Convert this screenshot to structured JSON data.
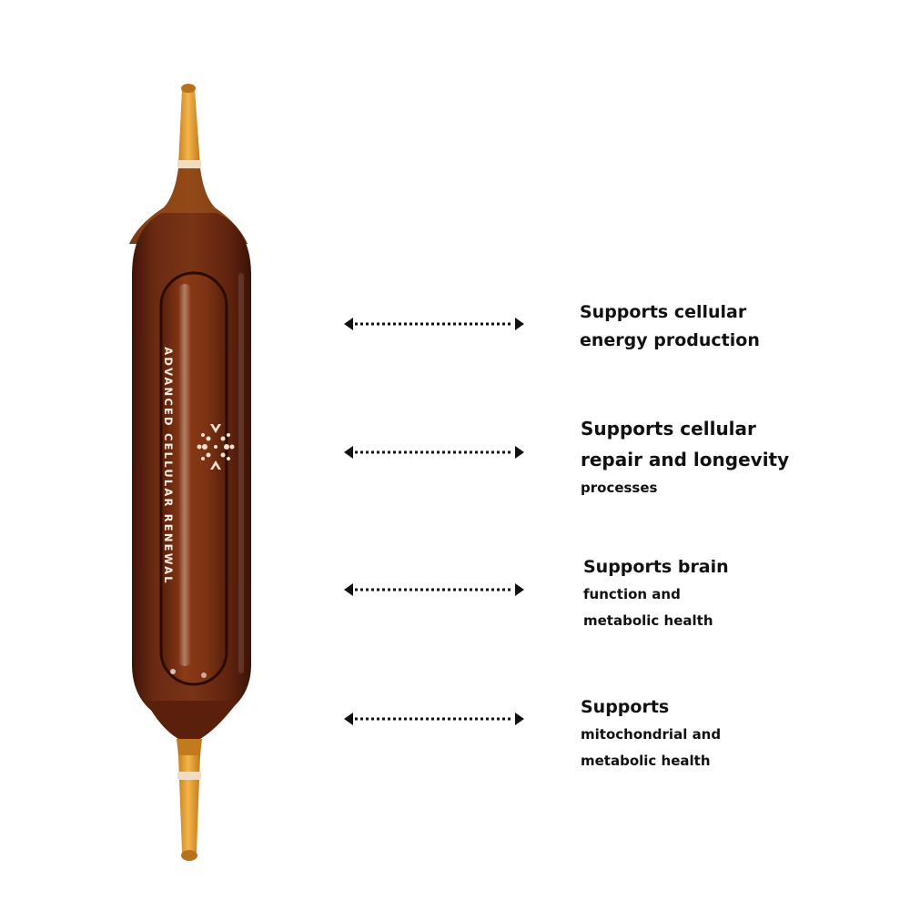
{
  "product": {
    "vial_label": "ADVANCED CELLULAR RENEWAL",
    "emblem": "snowflake-leaf-emblem",
    "colors": {
      "liquid": "#6e2a12",
      "liquid_dark": "#4a170a",
      "glass_tip": "#e6a33a",
      "label_text": "#f7ece2"
    }
  },
  "benefits": [
    {
      "lines": [
        "Supports cellular",
        "energy production"
      ]
    },
    {
      "lines": [
        "Supports cellular",
        "repair and longevity",
        "processes"
      ]
    },
    {
      "lines": [
        "Supports brain",
        "function and",
        "metabolic health"
      ]
    },
    {
      "lines": [
        "Supports",
        "mitochondrial and",
        "metabolic health"
      ]
    }
  ],
  "arrow_icon": "double-headed-dotted-arrow-icon",
  "text_color": "#111111"
}
